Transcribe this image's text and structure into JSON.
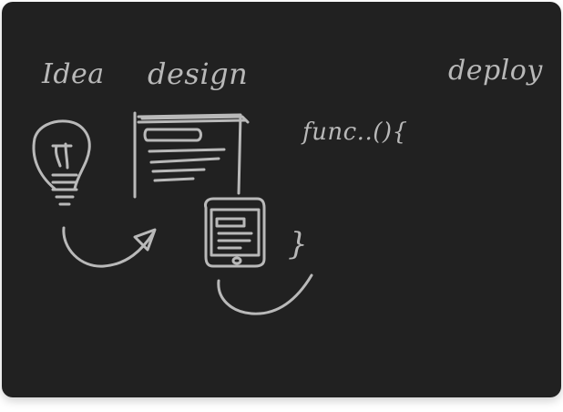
{
  "sketch": {
    "labels": {
      "idea": "Idea",
      "design": "design",
      "deploy": "deploy",
      "code": "func..(){",
      "closing_brace": "}"
    },
    "colors": {
      "board": "#212121",
      "chalk": "#b9b9b9"
    },
    "icons": [
      "lightbulb-icon",
      "browser-window-icon",
      "tablet-icon",
      "arrow-icon"
    ]
  }
}
